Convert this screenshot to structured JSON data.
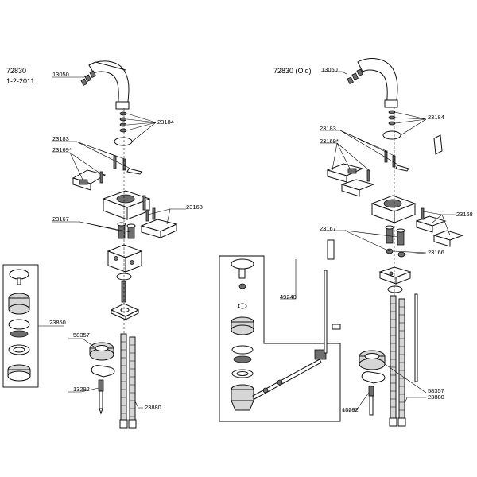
{
  "left": {
    "model": "72830",
    "date": "1-2-2011",
    "labels": {
      "p13050": "13050",
      "p23184": "23184",
      "p23183": "23183",
      "p23169": "23169*",
      "p23168": "23168",
      "p23167": "23167",
      "p23850": "23850",
      "p58357": "58357",
      "p13292": "13292",
      "p23880": "23880"
    }
  },
  "right": {
    "model": "72830 (Old)",
    "labels": {
      "p13050": "13050",
      "p23184": "23184",
      "p23183": "23183",
      "p23169": "23169*",
      "p23168": "23168",
      "p23167": "23167",
      "p23166": "23166",
      "p49240": "49240",
      "p58357": "58357",
      "p23880": "23880",
      "p13292": "13292"
    }
  }
}
